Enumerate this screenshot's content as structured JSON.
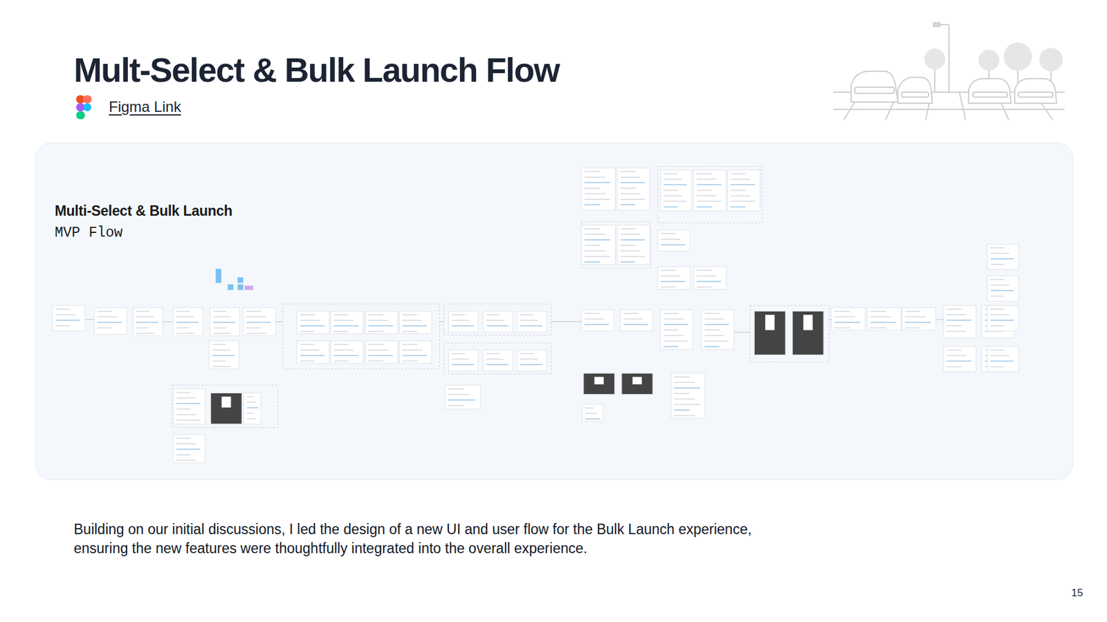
{
  "diagram": {
    "title": "Mult-Select & Bulk Launch Flow",
    "caption": "Building on our initial discussions, I led the design of a new UI and user flow for the Bulk Launch experience, ensuring the new features were thoughtfully integrated into the overall experience.",
    "nodes": [
      {
        "text": [
          "Multi-Select & Bulk Launch",
          "MVP Flow"
        ]
      }
    ],
    "labels": [
      "Figma Link",
      "15"
    ]
  }
}
